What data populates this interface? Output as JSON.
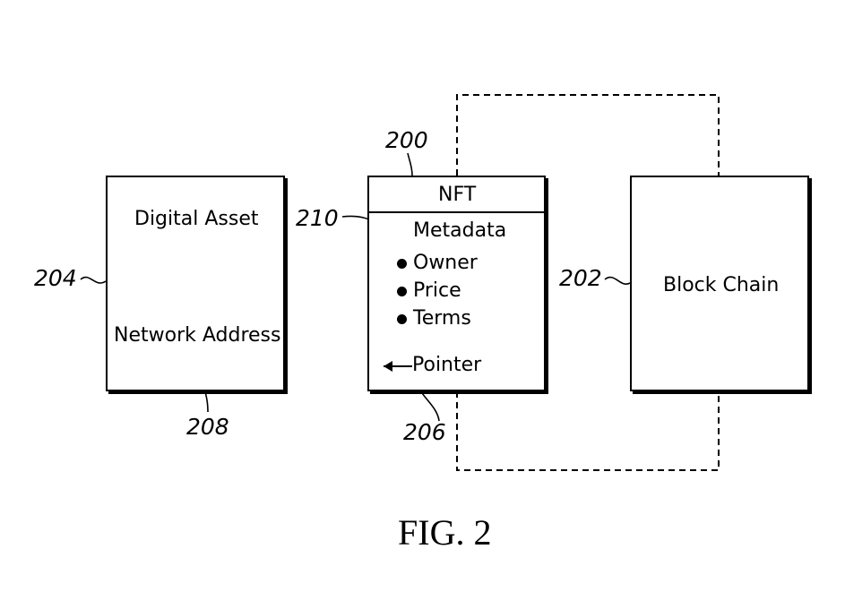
{
  "digital_asset_box": {
    "title": "Digital Asset",
    "network_address": "Network Address",
    "ref": "204",
    "address_ref": "208"
  },
  "nft_box": {
    "header": "NFT",
    "ref": "200",
    "metadata_label": "Metadata",
    "metadata_ref": "210",
    "bullets": [
      "Owner",
      "Price",
      "Terms"
    ],
    "pointer_label": "Pointer",
    "pointer_ref": "206"
  },
  "block_chain_box": {
    "label": "Block Chain",
    "ref": "202"
  },
  "caption": "FIG. 2"
}
